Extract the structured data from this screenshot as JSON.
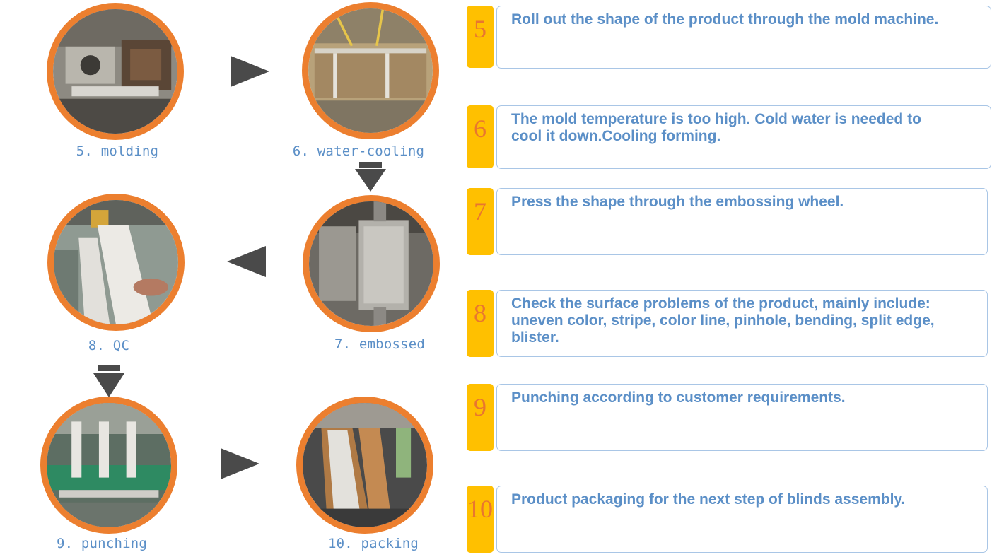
{
  "steps": [
    {
      "caption": "5. molding",
      "number": "5",
      "description": "Roll out the shape of the product through the mold machine."
    },
    {
      "caption": "6. water-cooling",
      "number": "6",
      "description": "The mold temperature is too high. Cold water is needed to cool it down.Cooling forming."
    },
    {
      "caption": "7. embossed",
      "number": "7",
      "description": "Press the shape through the embossing wheel."
    },
    {
      "caption": "8. QC",
      "number": "8",
      "description": "Check the surface problems of the product, mainly include: uneven color, stripe, color line, pinhole, bending, split edge, blister."
    },
    {
      "caption": "9. punching",
      "number": "9",
      "description": "Punching according to customer requirements."
    },
    {
      "caption": "10. packing",
      "number": "10",
      "description": "Product packaging for the next step of blinds assembly."
    }
  ],
  "colors": {
    "ring": "#ec7f2f",
    "tab": "#ffc000",
    "tab_number": "#e9762f",
    "text": "#5b8fc7",
    "box_border": "#a9c6e6",
    "arrow": "#4a4a4a"
  }
}
